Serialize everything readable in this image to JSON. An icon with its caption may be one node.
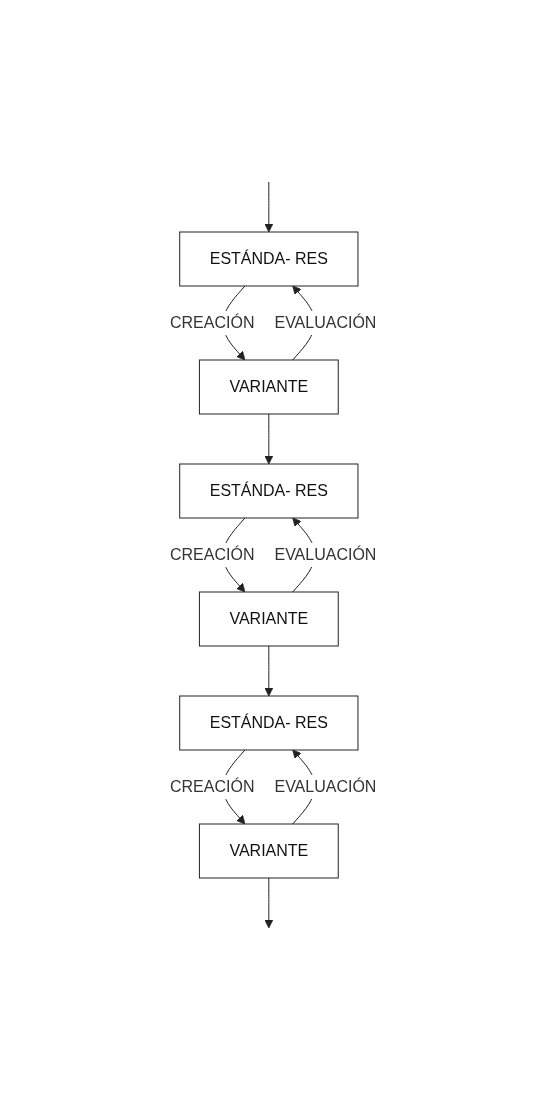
{
  "diagram": {
    "nodes": [
      {
        "text": [
          "ESTÁNDA- RES"
        ]
      },
      {
        "text": [
          "VARIANTE"
        ]
      },
      {
        "text": [
          "ESTÁNDA- RES"
        ]
      },
      {
        "text": [
          "VARIANTE"
        ]
      },
      {
        "text": [
          "ESTÁNDA- RES"
        ]
      },
      {
        "text": [
          "VARIANTE"
        ]
      }
    ],
    "edges": [
      {
        "from": null,
        "to": 0,
        "arrow": "to"
      },
      {
        "from": 0,
        "to": 1,
        "label": "CREACIÓN",
        "arrow": "to"
      },
      {
        "from": 1,
        "to": 0,
        "label": "EVALUACIÓN",
        "arrow": "to"
      },
      {
        "from": 1,
        "to": 2,
        "arrow": "to"
      },
      {
        "from": 2,
        "to": 3,
        "label": "CREACIÓN",
        "arrow": "to"
      },
      {
        "from": 3,
        "to": 2,
        "label": "EVALUACIÓN",
        "arrow": "to"
      },
      {
        "from": 3,
        "to": 4,
        "arrow": "to"
      },
      {
        "from": 4,
        "to": 5,
        "label": "CREACIÓN",
        "arrow": "to"
      },
      {
        "from": 5,
        "to": 4,
        "label": "EVALUACIÓN",
        "arrow": "to"
      },
      {
        "from": 5,
        "to": null,
        "arrow": "to"
      }
    ]
  }
}
